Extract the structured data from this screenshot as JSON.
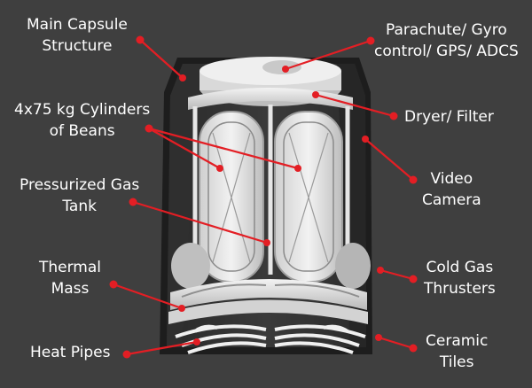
{
  "labels": {
    "main_capsule": [
      "Main Capsule",
      "Structure"
    ],
    "cylinders": [
      "4x75 kg Cylinders",
      "of Beans"
    ],
    "gas_tank": [
      "Pressurized Gas",
      "Tank"
    ],
    "thermal_mass": [
      "Thermal",
      "Mass"
    ],
    "heat_pipes": [
      "Heat Pipes"
    ],
    "parachute": [
      "Parachute/ Gyro",
      "control/ GPS/ ADCS"
    ],
    "dryer": [
      "Dryer/ Filter"
    ],
    "video": [
      "Video",
      "Camera"
    ],
    "cold_gas": [
      "Cold Gas",
      "Thrusters"
    ],
    "tiles": [
      "Ceramic",
      "Tiles"
    ]
  },
  "colors": {
    "background": "#3f3f3f",
    "leader": "#e31e24",
    "text": "#ffffff"
  }
}
